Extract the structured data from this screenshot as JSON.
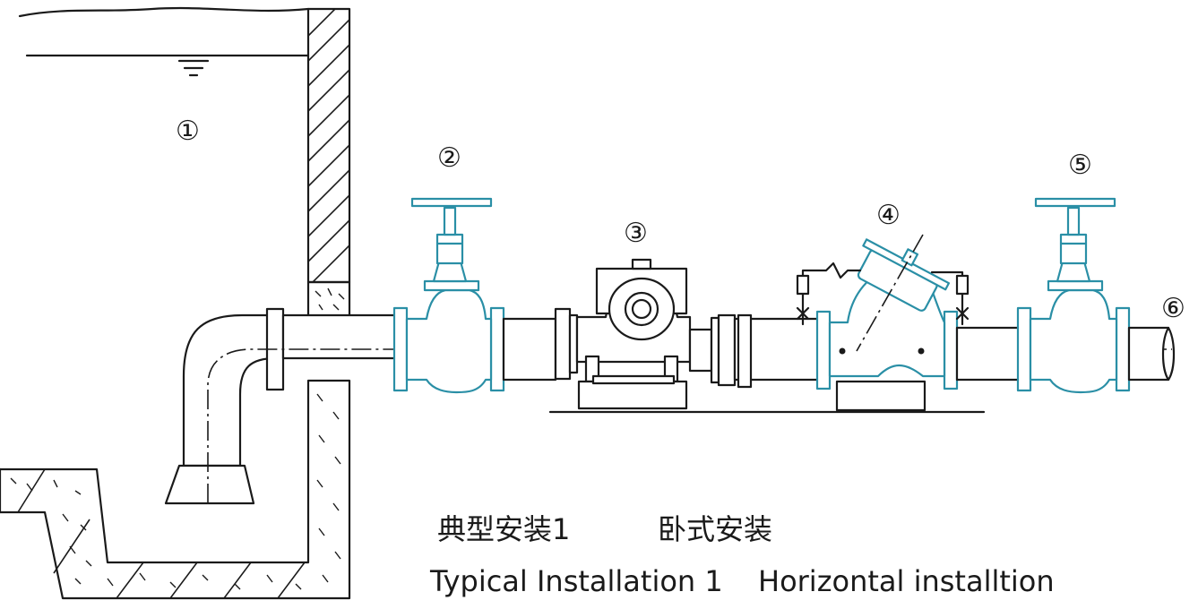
{
  "labels": {
    "n1": "①",
    "n2": "②",
    "n3": "③",
    "n4": "④",
    "n5": "⑤",
    "n6": "⑥"
  },
  "caption": {
    "zh_left": "典型安装1",
    "zh_right": "卧式安装",
    "en_left": "Typical Installation 1",
    "en_right": "Horizontal installtion"
  },
  "colors": {
    "line": "#1a1a1a",
    "valve_accent": "#2a8fa6"
  }
}
